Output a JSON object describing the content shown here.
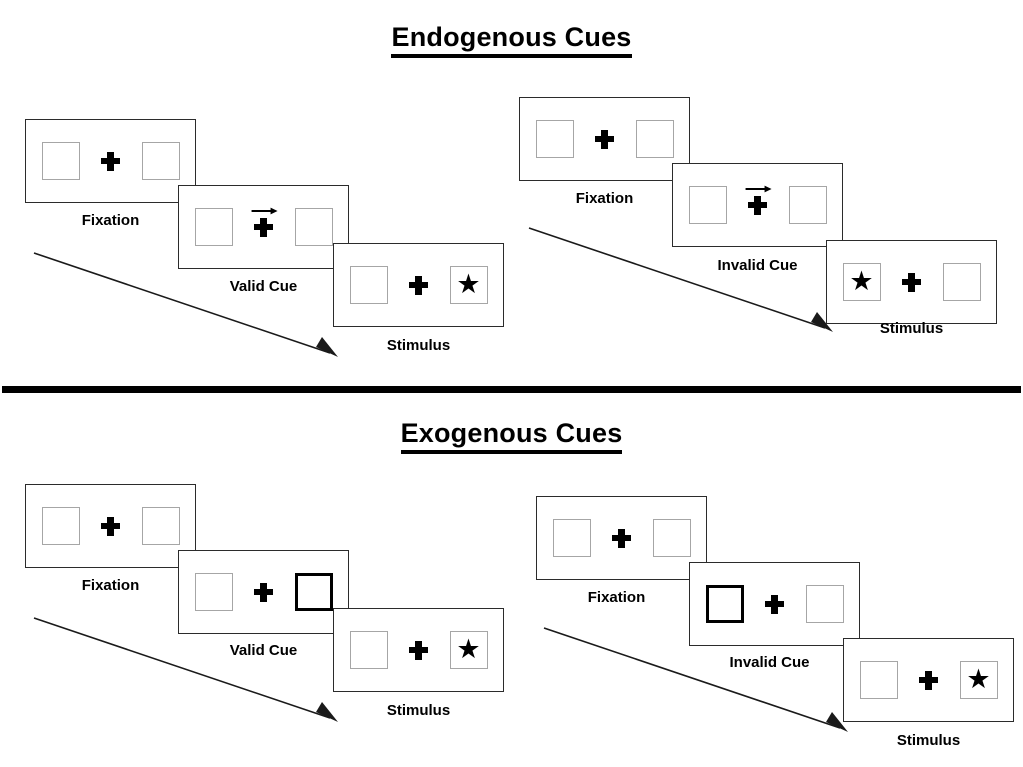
{
  "figure": {
    "title_endogenous": "Endogenous Cues",
    "title_exogenous": "Exogenous Cues",
    "star_glyph": "★",
    "colors": {
      "ink": "#000000",
      "panel_border": "#2b2b2b",
      "box_border": "#a6a6a6",
      "cued_box_border": "#000000",
      "background": "#ffffff"
    }
  },
  "sections": [
    {
      "id": "endogenous",
      "title": "Endogenous Cues",
      "sequences": [
        {
          "id": "endo-valid",
          "condition": "valid",
          "frames": [
            {
              "id": "endo-valid-fixation",
              "label": "Fixation",
              "left_box": "empty",
              "right_box": "empty",
              "center": "plus",
              "cue": "none"
            },
            {
              "id": "endo-valid-cue",
              "label": "Valid Cue",
              "left_box": "empty",
              "right_box": "empty",
              "center": "plus",
              "cue": "arrow-right"
            },
            {
              "id": "endo-valid-stimulus",
              "label": "Stimulus",
              "left_box": "empty",
              "right_box": "star",
              "center": "plus",
              "cue": "none"
            }
          ]
        },
        {
          "id": "endo-invalid",
          "condition": "invalid",
          "frames": [
            {
              "id": "endo-invalid-fixation",
              "label": "Fixation",
              "left_box": "empty",
              "right_box": "empty",
              "center": "plus",
              "cue": "none"
            },
            {
              "id": "endo-invalid-cue",
              "label": "Invalid Cue",
              "left_box": "empty",
              "right_box": "empty",
              "center": "plus",
              "cue": "arrow-right"
            },
            {
              "id": "endo-invalid-stimulus",
              "label": "Stimulus",
              "left_box": "star",
              "right_box": "empty",
              "center": "plus",
              "cue": "none"
            }
          ]
        }
      ]
    },
    {
      "id": "exogenous",
      "title": "Exogenous Cues",
      "sequences": [
        {
          "id": "exo-valid",
          "condition": "valid",
          "frames": [
            {
              "id": "exo-valid-fixation",
              "label": "Fixation",
              "left_box": "empty",
              "right_box": "empty",
              "center": "plus",
              "cue": "none"
            },
            {
              "id": "exo-valid-cue",
              "label": "Valid Cue",
              "left_box": "empty",
              "right_box": "cued",
              "center": "plus",
              "cue": "none"
            },
            {
              "id": "exo-valid-stimulus",
              "label": "Stimulus",
              "left_box": "empty",
              "right_box": "star",
              "center": "plus",
              "cue": "none"
            }
          ]
        },
        {
          "id": "exo-invalid",
          "condition": "invalid",
          "frames": [
            {
              "id": "exo-invalid-fixation",
              "label": "Fixation",
              "left_box": "empty",
              "right_box": "empty",
              "center": "plus",
              "cue": "none"
            },
            {
              "id": "exo-invalid-cue",
              "label": "Invalid Cue",
              "left_box": "cued",
              "right_box": "empty",
              "center": "plus",
              "cue": "none"
            },
            {
              "id": "exo-invalid-stimulus",
              "label": "Stimulus",
              "left_box": "empty",
              "right_box": "star",
              "center": "plus",
              "cue": "none"
            }
          ]
        }
      ]
    }
  ],
  "labels": {
    "fixation": "Fixation",
    "valid_cue": "Valid Cue",
    "invalid_cue": "Invalid Cue",
    "stimulus": "Stimulus"
  }
}
